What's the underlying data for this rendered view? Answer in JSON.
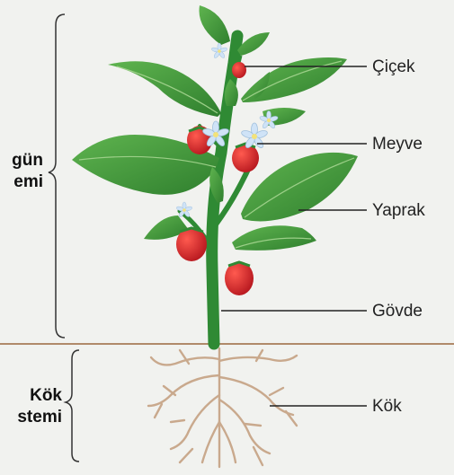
{
  "labels": {
    "flower": "Çiçek",
    "fruit": "Meyve",
    "leaf": "Yaprak",
    "stem": "Gövde",
    "root": "Kök"
  },
  "sections": {
    "shoot_line1": "gün",
    "shoot_line2": "emi",
    "root_line1": "Kök",
    "root_line2": "stemi"
  },
  "colors": {
    "background": "#f1f2ef",
    "soil_line": "#b08a6a",
    "leaf": "#3f9a3a",
    "leaf_dark": "#2f7f2e",
    "stem": "#2f8a34",
    "fruit": "#d8272b",
    "flower": "#cfe3f7",
    "root": "#c9a98d",
    "pointer": "#222222"
  }
}
